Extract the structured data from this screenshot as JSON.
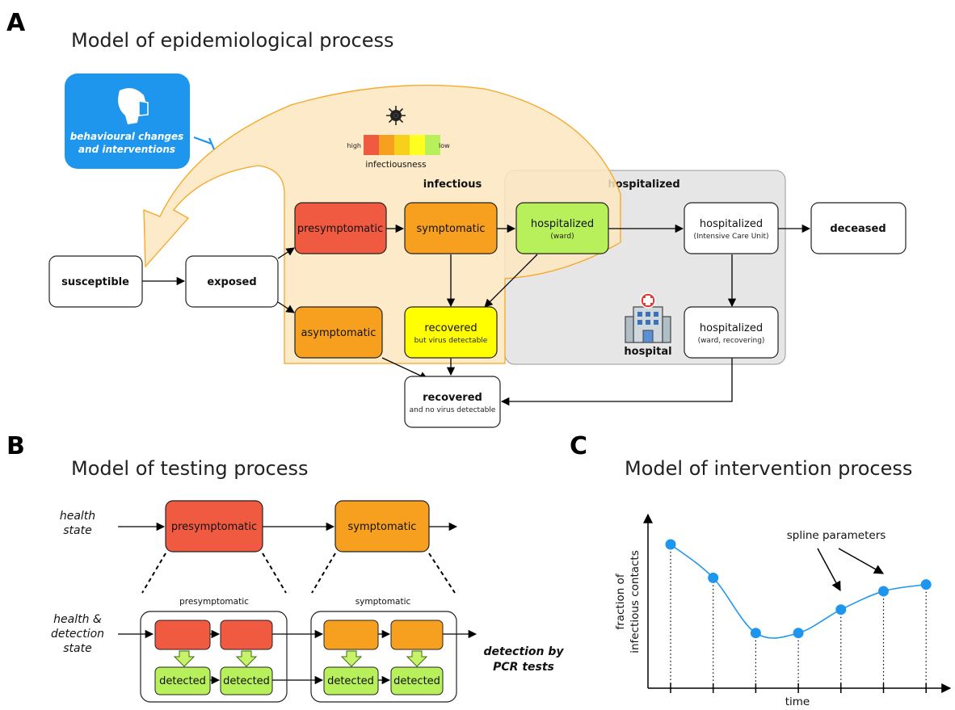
{
  "panel_a": {
    "letter": "A",
    "title": "Model of epidemiological process",
    "interventions": {
      "line1": "behavioural changes",
      "line2": "and interventions"
    },
    "infectiousness": {
      "high": "high",
      "low": "low",
      "caption": "infectiousness",
      "colors": [
        "#f05a40",
        "#f7a020",
        "#f7d01c",
        "#ffff20",
        "#b8f05c"
      ]
    },
    "infectious_label": "infectious",
    "hospitalized_label": "hospitalized",
    "hospital_label": "hospital",
    "states": {
      "susceptible": "susceptible",
      "exposed": "exposed",
      "presymptomatic": "presymptomatic",
      "symptomatic": "symptomatic",
      "asymptomatic": "asymptomatic",
      "recovered_detectable": {
        "title": "recovered",
        "sub": "but virus detectable"
      },
      "hospitalized_ward": {
        "title": "hospitalized",
        "sub": "(ward)"
      },
      "hospitalized_icu": {
        "title": "hospitalized",
        "sub": "(Intensive Care Unit)"
      },
      "hospitalized_recovering": {
        "title": "hospitalized",
        "sub": "(ward, recovering)"
      },
      "deceased": "deceased",
      "recovered_final": {
        "title": "recovered",
        "sub": "and no virus detectable"
      }
    }
  },
  "panel_b": {
    "letter": "B",
    "title": "Model of testing process",
    "health_state": [
      "health",
      "state"
    ],
    "health_detection_state": [
      "health &",
      "detection",
      "state"
    ],
    "presymptomatic": "presymptomatic",
    "symptomatic": "symptomatic",
    "group_presymptomatic": "presymptomatic",
    "group_symptomatic": "symptomatic",
    "detected": "detected",
    "detection_label": [
      "detection by",
      "PCR tests"
    ]
  },
  "panel_c": {
    "letter": "C",
    "title": "Model of intervention process",
    "annotation": "spline parameters",
    "chart_data": {
      "type": "line",
      "xlabel": "time",
      "ylabel": [
        "fraction of",
        "infectious contacts"
      ],
      "x": [
        1,
        2,
        3,
        4,
        5,
        6,
        7
      ],
      "y": [
        0.86,
        0.66,
        0.33,
        0.33,
        0.47,
        0.58,
        0.62
      ],
      "point_color": "#1e96ee",
      "line_color": "#1e96ee"
    }
  }
}
